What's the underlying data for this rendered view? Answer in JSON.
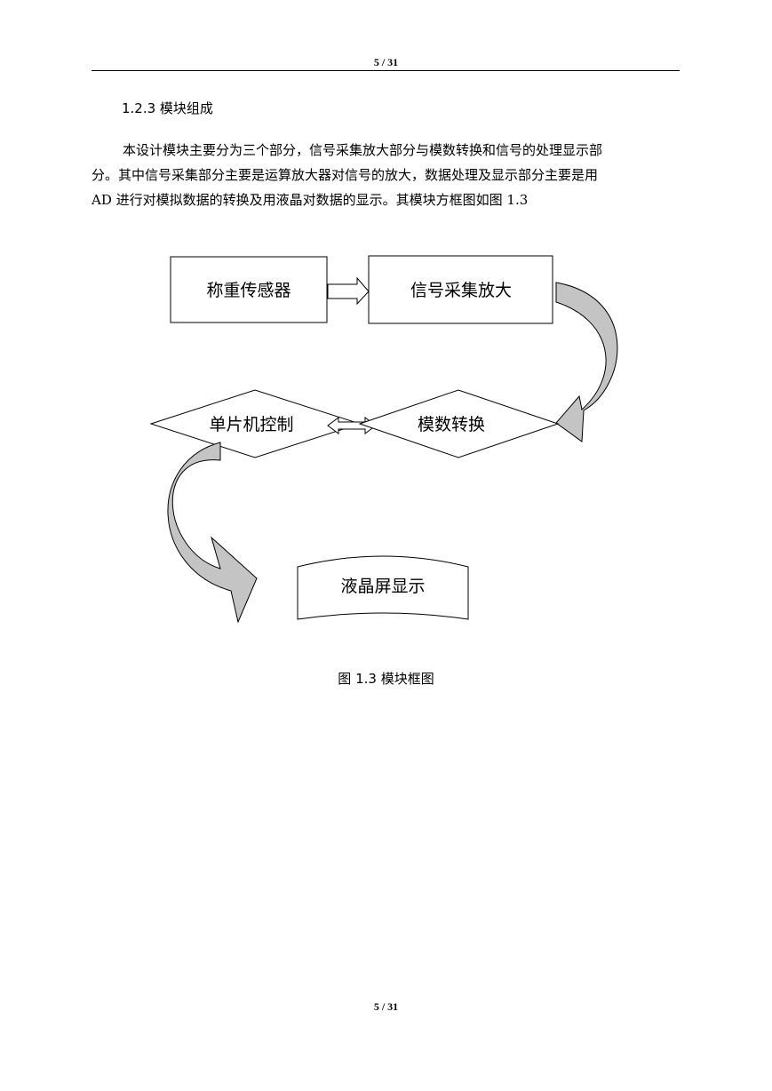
{
  "header": {
    "page_number": "5 / 31"
  },
  "section": {
    "heading": "1.2.3  模块组成"
  },
  "body": {
    "lines": [
      "本设计模块主要分为三个部分，信号采集放大部分与模数转换和信号的处理显示部",
      "分。其中信号采集部分主要是运算放大器对信号的放大，数据处理及显示部分主要是用",
      "AD 进行对模拟数据的转换及用液晶对数据的显示。其模块方框图如图 1.3"
    ]
  },
  "diagram": {
    "blocks": {
      "sensor": "称重传感器",
      "amplifier": "信号采集放大",
      "adc": "模数转换",
      "mcu": "单片机控制",
      "lcd": "液晶屏显示"
    }
  },
  "figure": {
    "caption": "图 1.3  模块框图"
  },
  "footer": {
    "page_number": "5 / 31"
  }
}
